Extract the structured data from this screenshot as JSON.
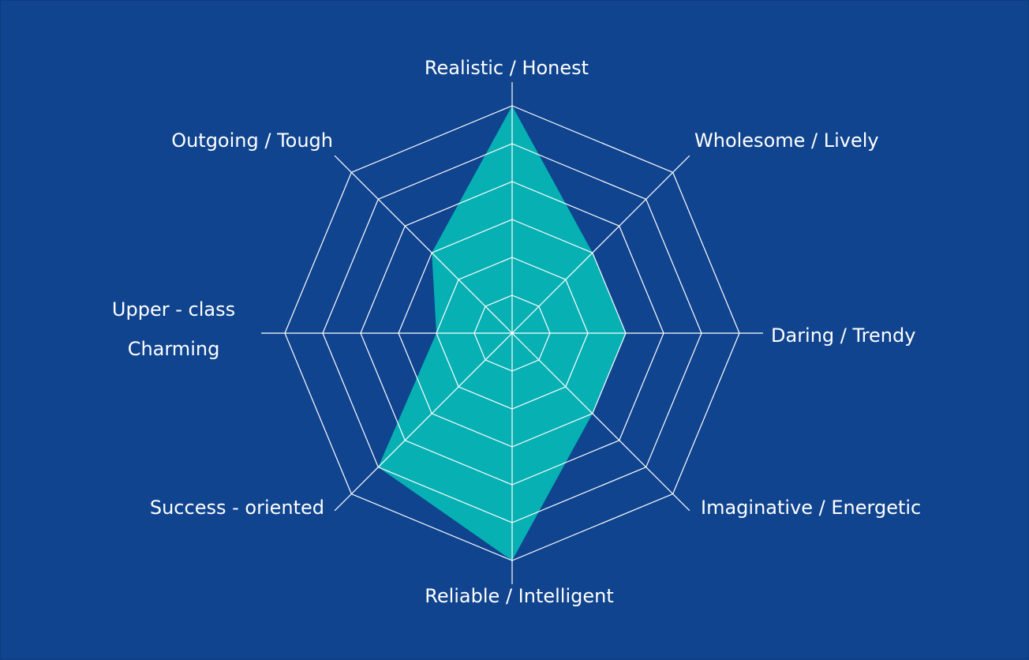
{
  "chart_data": {
    "type": "radar",
    "axes": [
      {
        "label": [
          "Realistic / Honest"
        ],
        "value": 6
      },
      {
        "label": [
          "Wholesome / Lively"
        ],
        "value": 3
      },
      {
        "label": [
          "Daring / Trendy"
        ],
        "value": 3
      },
      {
        "label": [
          "Imaginative / Energetic"
        ],
        "value": 3
      },
      {
        "label": [
          "Reliable / Intelligent"
        ],
        "value": 6
      },
      {
        "label": [
          "Success - oriented"
        ],
        "value": 5
      },
      {
        "label": [
          "Upper - class",
          "Charming"
        ],
        "value": 2
      },
      {
        "label": [
          "Outgoing / Tough"
        ],
        "value": 3
      }
    ],
    "rings": 6,
    "range": [
      0,
      6
    ],
    "grid": true,
    "colors": {
      "background": "#10448f",
      "fill": "#07b0b3",
      "grid": "#ffffff",
      "text": "#ffffff"
    }
  }
}
